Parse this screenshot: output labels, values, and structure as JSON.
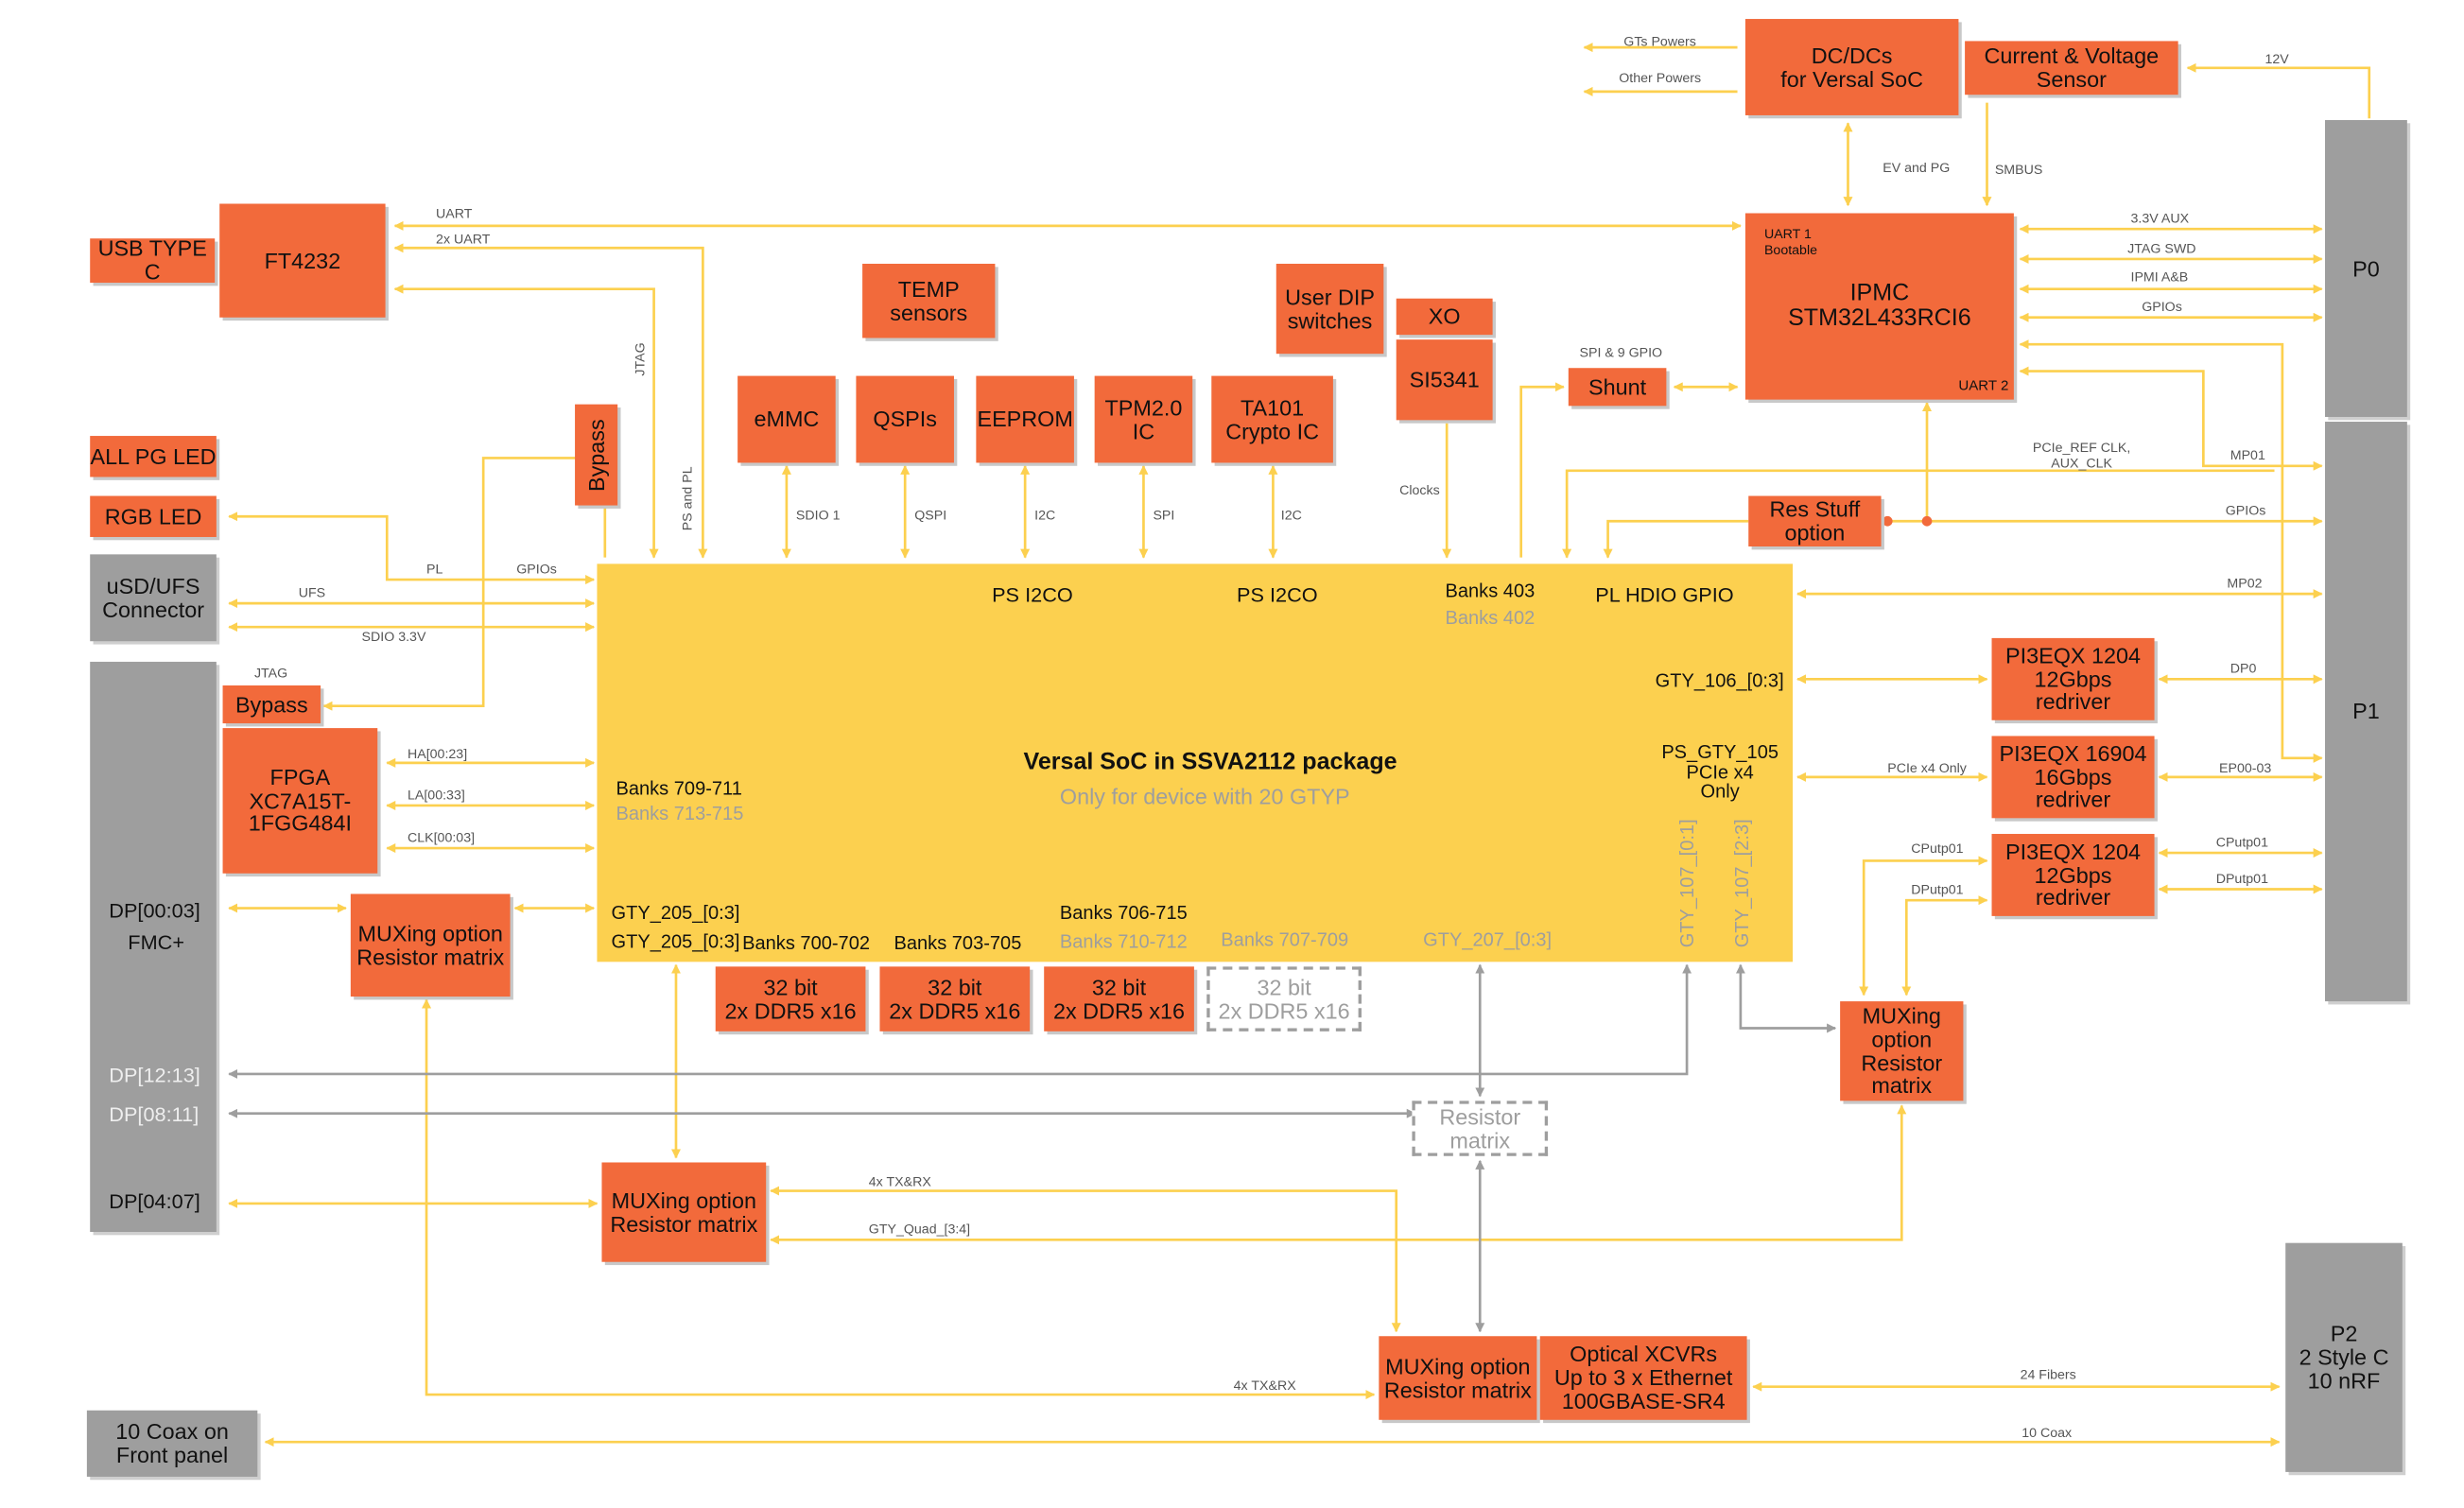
{
  "colors": {
    "orange": "#f26a3b",
    "grey": "#9e9e9e",
    "soc_yellow": "#fcd04f",
    "wire_yellow": "#fcd04f",
    "wire_grey": "#9e9e9e"
  },
  "blocks": {
    "dcdc": "DC/DCs\nfor Versal SoC",
    "sensor": "Current & Voltage\nSensor",
    "usb": "USB TYPE C",
    "ft4232": "FT4232",
    "temp": "TEMP\nsensors",
    "dip": "User DIP\nswitches",
    "xo": "XO",
    "si5341": "SI5341",
    "shunt": "Shunt",
    "ipmc": "IPMC\nSTM32L433RCI6",
    "ipmc_uart1": "UART 1\nBootable",
    "ipmc_uart2": "UART 2",
    "p0": "P0",
    "p1": "P1",
    "allpg": "ALL PG LED",
    "rgb": "RGB LED",
    "usd": "uSD/UFS\nConnector",
    "bypass_top": "Bypass",
    "bypass_left": "Bypass",
    "emmc": "eMMC",
    "qspis": "QSPIs",
    "eeprom": "EEPROM",
    "tpm": "TPM2.0\nIC",
    "ta101": "TA101\nCrypto IC",
    "resstuff": "Res Stuff\noption",
    "fpga": "FPGA\nXC7A15T-\n1FGG484I",
    "mux_left": "MUXing option\nResistor matrix",
    "redriver1": "PI3EQX 1204\n12Gbps\nredriver",
    "redriver2": "PI3EQX 16904\n16Gbps\nredriver",
    "redriver3": "PI3EQX 1204\n12Gbps\nredriver",
    "mux_right": "MUXing\noption\nResistor\nmatrix",
    "ddr1": "32 bit\n2x DDR5 x16",
    "ddr2": "32 bit\n2x DDR5 x16",
    "ddr3": "32 bit\n2x DDR5 x16",
    "ddr4": "32 bit\n2x DDR5 x16",
    "resmatrix": "Resistor\nmatrix",
    "mux_mid": "MUXing option\nResistor matrix",
    "mux_bottom": "MUXing option\nResistor matrix",
    "optical": "Optical XCVRs\nUp to 3 x Ethernet\n100GBASE-SR4",
    "coax": "10 Coax on\nFront panel",
    "p2": "P2\n2 Style C\n10 nRF"
  },
  "fmc": {
    "dp0003": "DP[00:03]",
    "fmcplus": "FMC+",
    "dp1213": "DP[12:13]",
    "dp0811": "DP[08:11]",
    "dp0407": "DP[04:07]"
  },
  "soc": {
    "title": "Versal SoC in SSVA2112 package",
    "subtitle": "Only for device with 20 GTYP",
    "ps_i2c_1": "PS I2CO",
    "ps_i2c_2": "PS I2CO",
    "banks403": "Banks 403",
    "banks402": "Banks 402",
    "pl_hdio": "PL HDIO GPIO",
    "gty106": "GTY_106_[0:3]",
    "ps_gty105": "PS_GTY_105\nPCIe x4\nOnly",
    "banks709": "Banks 709-711",
    "banks713": "Banks 713-715",
    "gty205a": "GTY_205_[0:3]",
    "gty205b": "GTY_205_[0:3]",
    "banks700": "Banks 700-702",
    "banks703": "Banks 703-705",
    "banks706": "Banks 706-715",
    "banks710": "Banks 710-712",
    "banks707": "Banks 707-709",
    "gty207": "GTY_207_[0:3]",
    "gty107a": "GTY_107_[0:1]",
    "gty107b": "GTY_107_[2:3]"
  },
  "labels": {
    "gts_powers": "GTs Powers",
    "other_powers": "Other Powers",
    "v12": "12V",
    "ev_pg": "EV and PG",
    "smbus": "SMBUS",
    "uart": "UART",
    "uart2x": "2x UART",
    "jtag_v": "JTAG",
    "ps_pl": "PS and PL",
    "aux33": "3.3V AUX",
    "jtag_swd": "JTAG SWD",
    "ipmi": "IPMI A&B",
    "gpios1": "GPIOs",
    "spi9": "SPI & 9 GPIO",
    "pcie_ref": "PCIe_REF CLK,\nAUX_CLK",
    "mp01": "MP01",
    "gpios2": "GPIOs",
    "mp02": "MP02",
    "dp0": "DP0",
    "pcie_x4": "PCIe x4 Only",
    "ep00": "EP00-03",
    "cputp01a": "CPutp01",
    "cputp01b": "CPutp01",
    "dputp01a": "DPutp01",
    "dputp01b": "DPutp01",
    "sdio1": "SDIO 1",
    "qspi": "QSPI",
    "i2c1": "I2C",
    "spi": "SPI",
    "i2c2": "I2C",
    "clocks": "Clocks",
    "pl": "PL",
    "gpios3": "GPIOs",
    "ufs": "UFS",
    "sdio33": "SDIO 3.3V",
    "jtag_l": "JTAG",
    "ha": "HA[00:23]",
    "la": "LA[00:33]",
    "clk": "CLK[00:03]",
    "txrx4a": "4x TX&RX",
    "gty_quad": "GTY_Quad_[3:4]",
    "txrx4b": "4x TX&RX",
    "fibers": "24 Fibers",
    "coax10": "10 Coax"
  }
}
